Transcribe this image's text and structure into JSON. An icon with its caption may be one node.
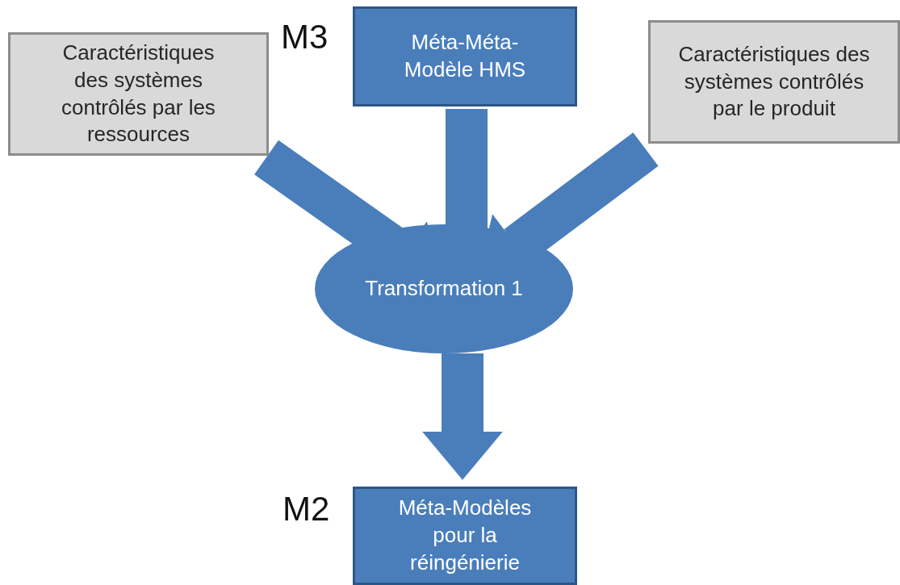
{
  "diagram": {
    "nodes": [
      {
        "text": [
          "Caractéristiques des systèmes contrôlés par les ressources"
        ]
      },
      {
        "text": [
          "Méta-Méta-Modèle HMS"
        ],
        "beside": [
          "M3"
        ]
      },
      {
        "text": [
          "Caractéristiques des systèmes contrôlés par le produit"
        ]
      },
      {
        "text": [
          "Transformation 1"
        ]
      },
      {
        "text": [
          "Méta-Modèles pour la réingénierie"
        ],
        "beside": [
          "M2"
        ]
      }
    ],
    "edges": [
      {
        "from": 0,
        "to": 3,
        "arrow": "to"
      },
      {
        "from": 1,
        "to": 3,
        "arrow": "to"
      },
      {
        "from": 2,
        "to": 3,
        "arrow": "to"
      },
      {
        "from": 3,
        "to": 4,
        "arrow": "to"
      }
    ]
  }
}
